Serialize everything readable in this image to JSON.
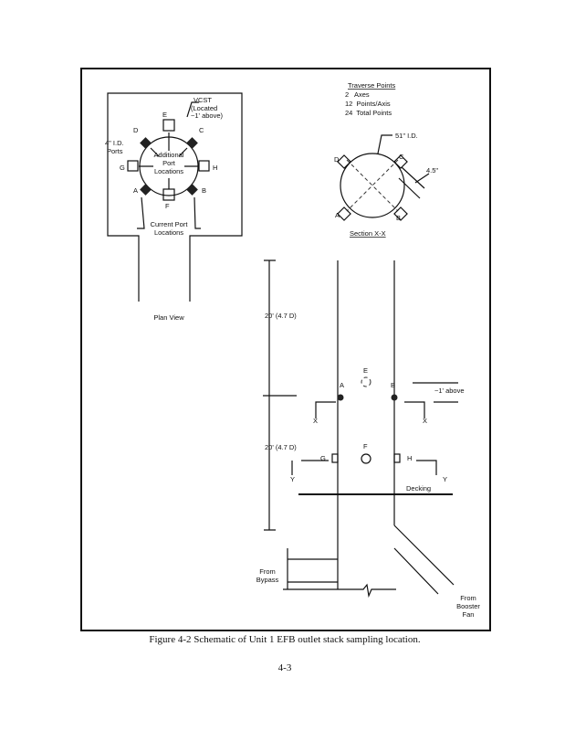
{
  "plan_view": {
    "vcst_label": "VCST",
    "vcst_note_1": "(Located",
    "vcst_note_2": "~1' above)",
    "ports_label_1": "4\" I.D.",
    "ports_label_2": "Ports",
    "additional_1": "Additional",
    "additional_2": "Port",
    "additional_3": "Locations",
    "current_1": "Current Port",
    "current_2": "Locations",
    "ports": {
      "A": "A",
      "B": "B",
      "C": "C",
      "D": "D",
      "E": "E",
      "F": "F",
      "G": "G",
      "H": "H"
    },
    "title": "Plan View"
  },
  "traverse": {
    "title": "Traverse Points",
    "rows": [
      "2   Axes",
      "12  Points/Axis",
      "24  Total Points"
    ]
  },
  "section": {
    "diameter": "51\" I.D.",
    "offset": "4.5\"",
    "title": "Section X-X",
    "ports": {
      "A": "A",
      "B": "B",
      "C": "C",
      "D": "D"
    }
  },
  "elevation": {
    "upper_dim": "20' (4.7 D)",
    "lower_dim": "20' (4.7 D)",
    "above": "~1' above",
    "decking": "Decking",
    "from_bypass_1": "From",
    "from_bypass_2": "Bypass",
    "from_fan_1": "From",
    "from_fan_2": "Booster",
    "from_fan_3": "Fan",
    "section_marks": {
      "x": "X",
      "y": "Y"
    },
    "ports": {
      "A": "A",
      "B": "B",
      "E": "E",
      "F": "F",
      "G": "G",
      "H": "H"
    }
  },
  "caption": "Figure 4-2 Schematic of Unit 1 EFB outlet stack sampling location.",
  "page_number": "4-3"
}
